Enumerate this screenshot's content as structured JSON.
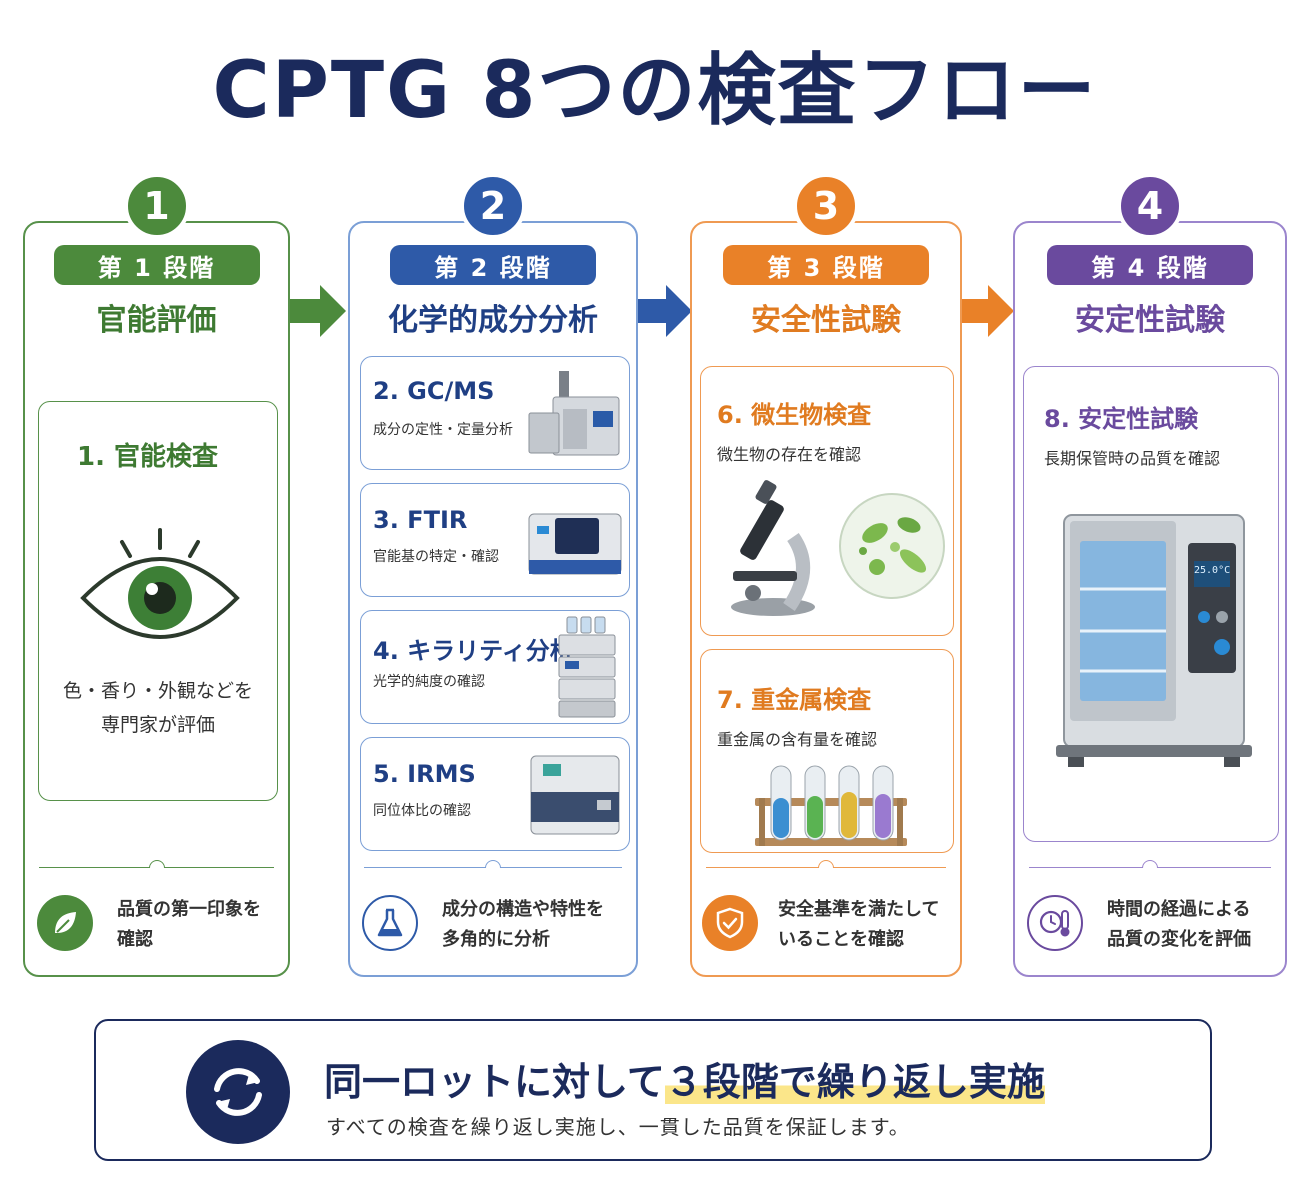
{
  "title": "CPTG 8つの検査フロー",
  "stages": [
    {
      "number": "1",
      "phase": "第 1 段階",
      "name": "官能評価",
      "cards": [
        {
          "title": "1. 官能検査",
          "desc_lines": [
            "色・香り・外観などを",
            "専門家が評価"
          ]
        }
      ],
      "footer_lines": [
        "品質の第一印象を",
        "確認"
      ],
      "footer_icon": "leaf-icon",
      "color": "#4c8a3c"
    },
    {
      "number": "2",
      "phase": "第 2 段階",
      "name": "化学的成分分析",
      "cards": [
        {
          "title": "2. GC/MS",
          "desc": "成分の定性・定量分析"
        },
        {
          "title": "3. FTIR",
          "desc": "官能基の特定・確認"
        },
        {
          "title": "4. キラリティ分析",
          "desc": "光学的純度の確認"
        },
        {
          "title": "5. IRMS",
          "desc": "同位体比の確認"
        }
      ],
      "footer_lines": [
        "成分の構造や特性を",
        "多角的に分析"
      ],
      "footer_icon": "flask-icon",
      "color": "#2e5aa8"
    },
    {
      "number": "3",
      "phase": "第 3 段階",
      "name": "安全性試験",
      "cards": [
        {
          "title": "6. 微生物検査",
          "desc": "微生物の存在を確認"
        },
        {
          "title": "7. 重金属検査",
          "desc": "重金属の含有量を確認"
        }
      ],
      "footer_lines": [
        "安全基準を満たして",
        "いることを確認"
      ],
      "footer_icon": "shield-check-icon",
      "color": "#e98128"
    },
    {
      "number": "4",
      "phase": "第 4 段階",
      "name": "安定性試験",
      "cards": [
        {
          "title": "8. 安定性試験",
          "desc": "長期保管時の品質を確認",
          "display": "25.0°C"
        }
      ],
      "footer_lines": [
        "時間の経過による",
        "品質の変化を評価"
      ],
      "footer_icon": "clock-thermometer-icon",
      "color": "#6a4a9e"
    }
  ],
  "bottom": {
    "headline_pre": "同一ロットに対して",
    "headline_highlight": "３段階で繰り返し実施",
    "sub": "すべての検査を繰り返し実施し、一貫した品質を保証します。",
    "icon": "cycle-arrows-icon"
  }
}
